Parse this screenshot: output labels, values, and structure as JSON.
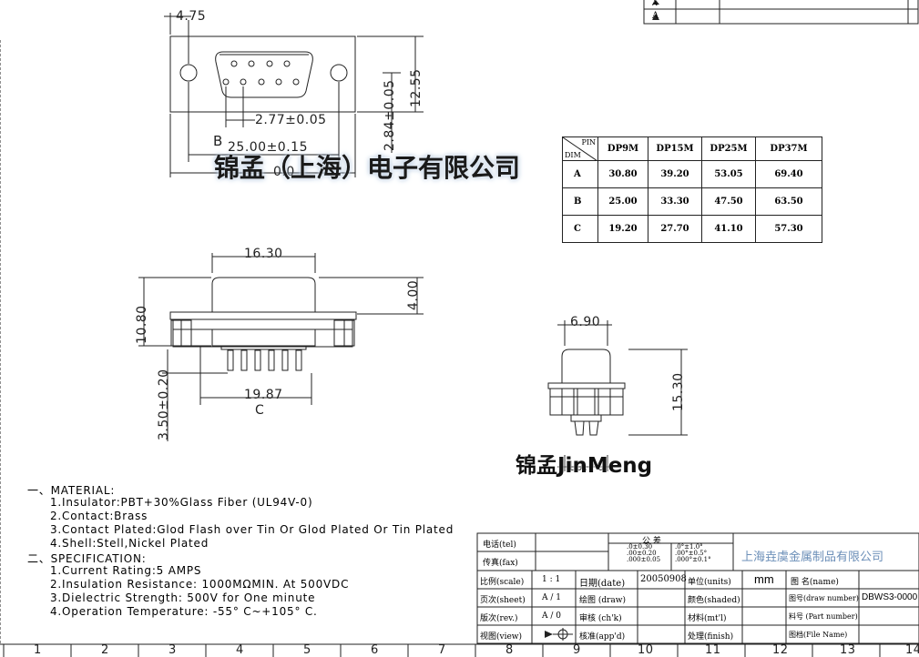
{
  "revision": {
    "r1": "A",
    "r2": "A"
  },
  "dims_top": {
    "d1": "4.75",
    "d2": "12.55",
    "d3": "2.77±0.05",
    "d4": "2.84±0.05",
    "label_b": "B",
    "d5": "25.00±0.15",
    "d6": "0.0"
  },
  "watermark": {
    "main": "锦孟（上海）电子有限公司",
    "brand": "锦孟JinMeng"
  },
  "dims_side": {
    "w": "16.30",
    "h1": "10.80",
    "h2": "4.00",
    "pitch": "19.87",
    "label_c": "C",
    "pin": "3.50±0.20"
  },
  "dims_end": {
    "w": "6.90",
    "h": "15.30",
    "b": "10.70"
  },
  "dim_table": {
    "corner_top": "PIN",
    "corner_bottom": "DIM",
    "headers": [
      "DP9M",
      "DP15M",
      "DP25M",
      "DP37M"
    ],
    "rows": [
      {
        "label": "A",
        "values": [
          "30.80",
          "39.20",
          "53.05",
          "69.40"
        ]
      },
      {
        "label": "B",
        "values": [
          "25.00",
          "33.30",
          "47.50",
          "63.50"
        ]
      },
      {
        "label": "C",
        "values": [
          "19.20",
          "27.70",
          "41.10",
          "57.30"
        ]
      }
    ]
  },
  "specs": {
    "material_title": "一、MATERIAL:",
    "m1": "1.Insulator:PBT+30%Glass Fiber (UL94V-0)",
    "m2": "2.Contact:Brass",
    "m3": "3.Contact Plated:Glod Flash over Tin Or Glod Plated Or Tin Plated",
    "m4": "4.Shell:Stell,Nickel Plated",
    "spec_title": "二、SPECIFICATION:",
    "s1": "1.Current Rating:5 AMPS",
    "s2": "2.Insulation Resistance: 1000MΩMIN. At 500VDC",
    "s3": "3.Dielectric Strength: 500V for One minute",
    "s4": "4.Operation Temperature: -55° C~+105° C."
  },
  "title_block": {
    "tel": "电话(tel)",
    "fax": "传真(fax)",
    "tol_title": "公      差",
    "tol1": ".0±0.30\n.00±0.20\n.000±0.05",
    "tol2": ".0°±1.0°\n.00°±0.5°\n.000°±0.1°",
    "company": "上海垚虞金属制品有限公司",
    "scale_label": "比例(scale)",
    "scale": "1 : 1",
    "date_label": "日期(date)",
    "date": "20050908",
    "units_label": "单位(units)",
    "units": "mm",
    "name_label": "图  名(name)",
    "sheet_label": "页次(sheet)",
    "sheet": "A / 1",
    "draw_label": "绘图 (draw)",
    "shaded_label": "颜色(shaded)",
    "drawno_label": "图号(draw number)",
    "drawno": "DBWS3-0000",
    "rev_label": "版次(rev.)",
    "rev": "A / 0",
    "chk_label": "审核 (ch'k)",
    "mtl_label": "材料(mt'l)",
    "partno_label": "料号 (Part number)",
    "view_label": "视图(view)",
    "app_label": "核准(app'd)",
    "finish_label": "处理(finish)",
    "file_label": "图档(File Name)"
  },
  "grid": [
    "1",
    "2",
    "3",
    "4",
    "5",
    "6",
    "7",
    "8",
    "9",
    "10",
    "11",
    "12",
    "13",
    "14"
  ]
}
